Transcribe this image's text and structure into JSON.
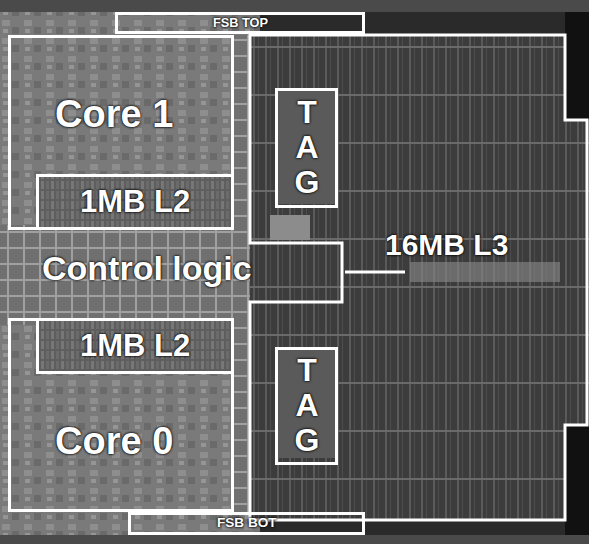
{
  "diagram": {
    "nodes": [
      {
        "text": [
          "FSB TOP"
        ]
      },
      {
        "text": [
          "Core 1"
        ]
      },
      {
        "text": [
          "1MB L2"
        ],
        "in": 1
      },
      {
        "text": [
          "16MB L3"
        ]
      },
      {
        "text": [
          "TAG"
        ],
        "in": 3
      },
      {
        "text": [
          "TAG"
        ],
        "in": 3
      },
      {
        "text": [
          "Core 0"
        ]
      },
      {
        "text": [
          "1MB L2"
        ],
        "in": 6
      },
      {
        "text": [
          "FSB BOT"
        ]
      }
    ],
    "labels": [
      "Control logic"
    ]
  }
}
